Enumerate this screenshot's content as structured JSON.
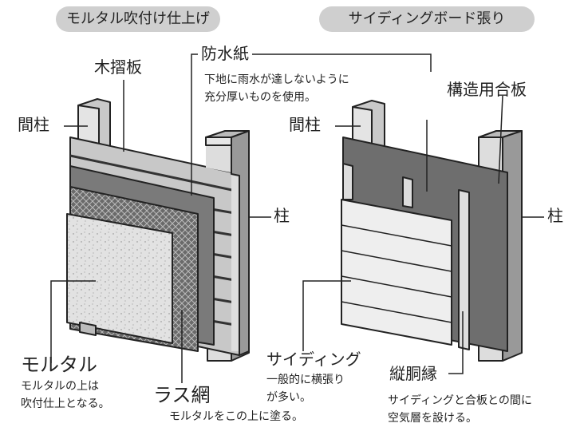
{
  "left_panel": {
    "title": "モルタル吹付け仕上げ",
    "labels": {
      "kizuriita": "木摺板",
      "mabashira": "間柱",
      "hashira": "柱",
      "mortar": "モルタル",
      "mortar_note_1": "モルタルの上は",
      "mortar_note_2": "吹付仕上となる。",
      "lath": "ラス網",
      "lath_note": "モルタルをこの上に塗る。"
    }
  },
  "shared": {
    "waterproof_paper": "防水紙",
    "waterproof_note_1": "下地に雨水が達しないように",
    "waterproof_note_2": "充分厚いものを使用。"
  },
  "right_panel": {
    "title": "サイディングボード張り",
    "labels": {
      "plywood": "構造用合板",
      "mabashira": "間柱",
      "hashira": "柱",
      "siding": "サイディング",
      "siding_note_1": "一般的に横張り",
      "siding_note_2": "が多い。",
      "furring": "縦胴縁",
      "furring_note_1": "サイディングと合板との間に",
      "furring_note_2": "空気層を設ける。"
    }
  }
}
